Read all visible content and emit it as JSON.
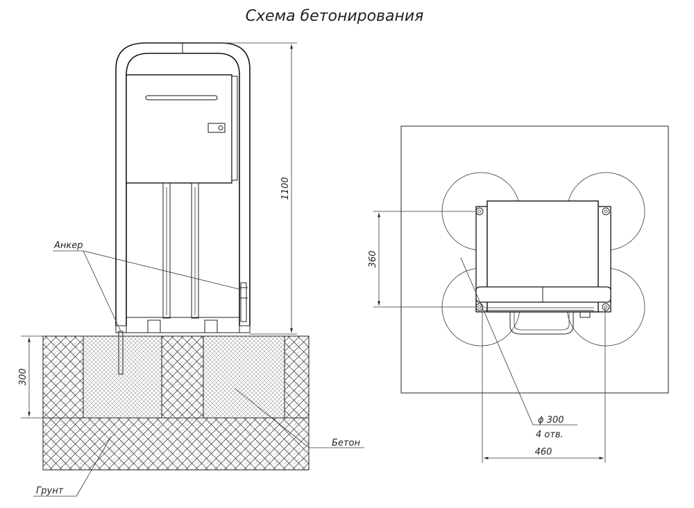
{
  "title": "Схема бетонирования",
  "labels": {
    "anchor": "Анкер",
    "concrete": "Бетон",
    "soil": "Грунт",
    "hole_diameter": "ϕ 300",
    "hole_count": "4 отв."
  },
  "dimensions": {
    "height": "1100",
    "depth": "300",
    "bolt_spacing": "360",
    "width": "460"
  }
}
